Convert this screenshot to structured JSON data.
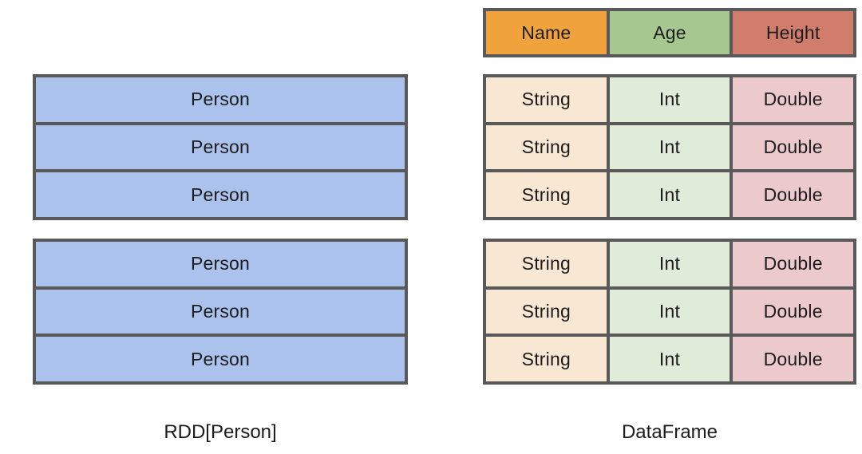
{
  "colors": {
    "border": "#595959",
    "person_blue": "#abc2ec",
    "header_orange": "#f0a23c",
    "header_green": "#a6c890",
    "header_red": "#d07d6c",
    "cell_cream": "#f7e7d3",
    "cell_green": "#e0ebd9",
    "cell_pink": "#ecc9cd",
    "text": "#1c1c1c"
  },
  "rdd": {
    "caption": "RDD[Person]",
    "groups": [
      {
        "rows": [
          "Person",
          "Person",
          "Person"
        ]
      },
      {
        "rows": [
          "Person",
          "Person",
          "Person"
        ]
      }
    ]
  },
  "dataframe": {
    "caption": "DataFrame",
    "header": [
      "Name",
      "Age",
      "Height"
    ],
    "groups": [
      {
        "rows": [
          [
            "String",
            "Int",
            "Double"
          ],
          [
            "String",
            "Int",
            "Double"
          ],
          [
            "String",
            "Int",
            "Double"
          ]
        ]
      },
      {
        "rows": [
          [
            "String",
            "Int",
            "Double"
          ],
          [
            "String",
            "Int",
            "Double"
          ],
          [
            "String",
            "Int",
            "Double"
          ]
        ]
      }
    ]
  }
}
